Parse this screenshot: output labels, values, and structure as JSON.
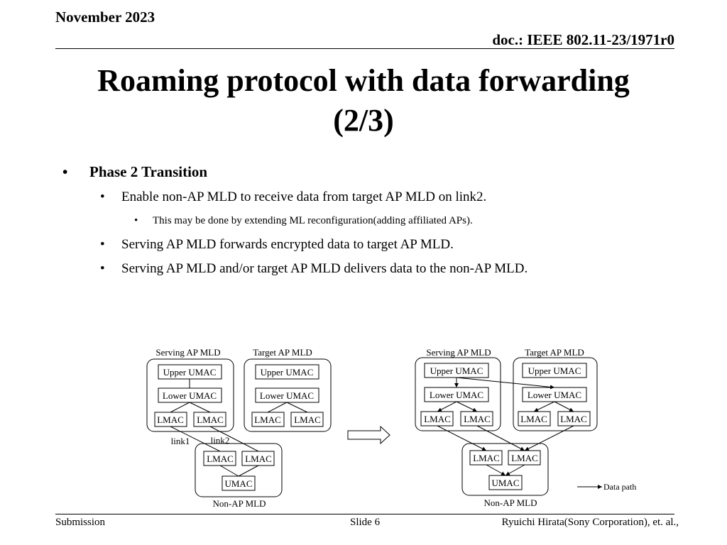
{
  "header": {
    "date": "November 2023",
    "doc_id": "doc.: IEEE 802.11-23/1971r0"
  },
  "title": {
    "line1": "Roaming protocol with data forwarding",
    "line2": "(2/3)"
  },
  "bullets": {
    "b1": "Phase 2 Transition",
    "b1_1": "Enable non-AP MLD to receive data from target AP MLD on link2.",
    "b1_1_1": "This may be done by extending ML reconfiguration(adding affiliated APs).",
    "b1_2": "Serving AP MLD forwards encrypted data to target AP MLD.",
    "b1_3": "Serving AP MLD and/or target AP MLD delivers data to the non-AP MLD."
  },
  "diagram": {
    "serving_ap_mld": "Serving AP MLD",
    "target_ap_mld": "Target AP MLD",
    "non_ap_mld": "Non-AP MLD",
    "upper_umac": "Upper UMAC",
    "lower_umac": "Lower UMAC",
    "lmac": "LMAC",
    "umac": "UMAC",
    "link1": "link1",
    "link2": "link2",
    "data_path": "Data path"
  },
  "footer": {
    "left": "Submission",
    "center": "Slide 6",
    "right": "Ryuichi Hirata(Sony Corporation), et. al.,"
  }
}
